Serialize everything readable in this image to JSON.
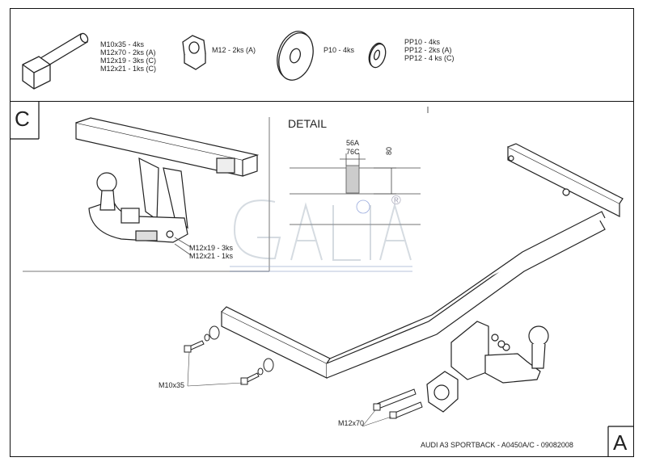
{
  "hardware": {
    "bolts": [
      "M10x35 - 4ks",
      "M12x70 - 2ks (A)",
      "M12x19 - 3ks (C)",
      "M12x21 - 1ks (C)"
    ],
    "nuts": "M12 - 2ks (A)",
    "plate": "P10 - 4ks",
    "washers": [
      "PP10 - 4ks",
      "PP12 - 2ks (A)",
      "PP12 - 4 ks (C)"
    ]
  },
  "variant_c": {
    "label": "C",
    "bolt_callout": [
      "M12x19 - 3ks",
      "M12x21 - 1ks"
    ]
  },
  "detail": {
    "title": "DETAIL",
    "dim_top": "56A",
    "dim_mid": "76C",
    "dim_side": "80"
  },
  "watermark": {
    "text": "Galia",
    "registered": "®"
  },
  "main": {
    "callout_m10": "M10x35",
    "callout_m12": "M12x70",
    "footer": "AUDI A3 SPORTBACK - A0450A/C - 09082008",
    "variant_a": "A"
  }
}
